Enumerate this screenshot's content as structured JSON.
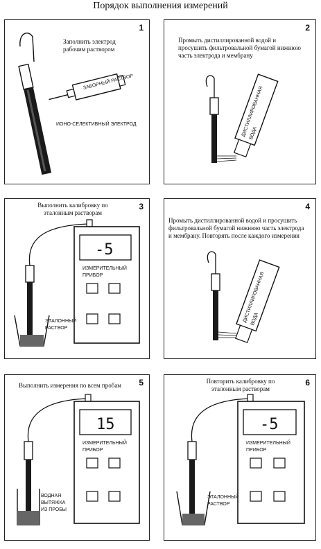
{
  "title": "Порядок выполнения измерений",
  "panels": [
    {
      "number": "1",
      "caption": "Заполнить электрод рабочим раствором",
      "bottle_label": "ЗАБОРНЫЙ РАСТВОР",
      "electrode_label": "ИОНО-СЕЛЕКТИВНЫЙ ЭЛЕКТРОД"
    },
    {
      "number": "2",
      "caption": "Промыть дистиллированной водой и просушить фильтровальной бумагой нижнюю часть электрода и мембрану",
      "bottle_label_1": "ДИСТИЛЛИРОВАННАЯ",
      "bottle_label_2": "ВОДА"
    },
    {
      "number": "3",
      "caption": "Выполнить калибровку по эталонным растворам",
      "display": "-5",
      "device_label_1": "ИЗМЕРИТЕЛЬНЫЙ",
      "device_label_2": "ПРИБОР",
      "beaker_label_1": "ЭТАЛОННЫЙ",
      "beaker_label_2": "РАСТВОР"
    },
    {
      "number": "4",
      "caption": "Промыть дистиллированной водой и просушить фильтровальной бумагой нижнюю часть электрода и мембрану. Повторять после каждого измерения",
      "bottle_label_1": "ДИСТИЛЛИРОВАННАЯ",
      "bottle_label_2": "ВОДА"
    },
    {
      "number": "5",
      "caption": "Выполнить измерения по всем пробам",
      "display": "15",
      "device_label_1": "ИЗМЕРИТЕЛЬНЫЙ",
      "device_label_2": "ПРИБОР",
      "beaker_label_1": "ВОДНАЯ",
      "beaker_label_2": "ВЫТЯЖКА",
      "beaker_label_3": "ИЗ ПРОБЫ"
    },
    {
      "number": "6",
      "caption": "Повторить калибровку по эталонным растворам",
      "display": "-5",
      "device_label_1": "ИЗМЕРИТЕЛЬНЫЙ",
      "device_label_2": "ПРИБОР",
      "beaker_label_1": "ЭТАЛОННЫЙ",
      "beaker_label_2": "РАСТВОР"
    }
  ]
}
